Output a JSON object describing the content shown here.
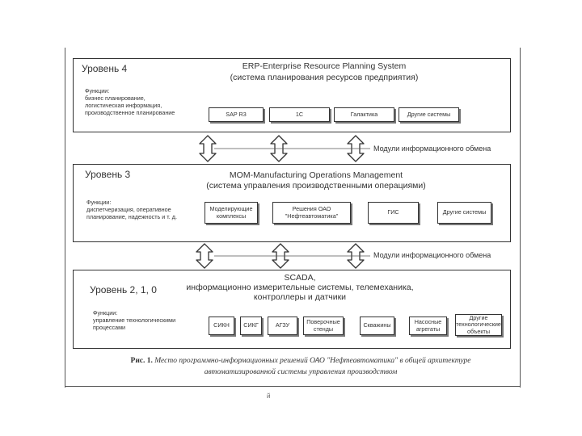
{
  "level4": {
    "title": "Уровень 4",
    "system": "ERP-Enterprise Resource Planning System",
    "system_sub": "(система планирования ресурсов предприятия)",
    "functions": "Функции:\nбизнес планирование,\nлогистическая информация,\nпроизводственное планирование",
    "boxes": [
      "SAP R3",
      "1С",
      "Галактика",
      "Другие системы"
    ]
  },
  "level3": {
    "title": "Уровень 3",
    "system": "MOM-Manufacturing Operations Management",
    "system_sub": "(система управления производственными операциями)",
    "functions": "Функции:\nдиспетчеризация, оперативное\nпланирование, надежность и т. д.",
    "boxes": [
      "Моделирующие\nкомплексы",
      "Решения ОАО\n\"Нефтеавтоматика\"",
      "ГИС",
      "Другие системы"
    ]
  },
  "level2": {
    "title": "Уровень 2, 1, 0",
    "system": "SCADA,",
    "system_sub": "информационно измерительные системы, телемеханика,",
    "system_sub2": "контроллеры и датчики",
    "functions": "Функции:\nуправление технологическими\nпроцессами",
    "boxes": [
      "СИКН",
      "СИКГ",
      "АГЗУ",
      "Поверочные\nстенды",
      "Скважины",
      "Насосные\nагрегаты",
      "Другие\nтехнологические\nобъекты"
    ]
  },
  "exchange_label_1": "Модули информационного обмена",
  "exchange_label_2": "Модули информационного обмена",
  "caption": {
    "prefix": "Рис. 1.",
    "line1": "Место программно-информационных решений ОАО \"Нефтеавтоматика\" в общей архитектуре",
    "line2": "автоматизированной системы управления производством"
  },
  "footnote": "й"
}
